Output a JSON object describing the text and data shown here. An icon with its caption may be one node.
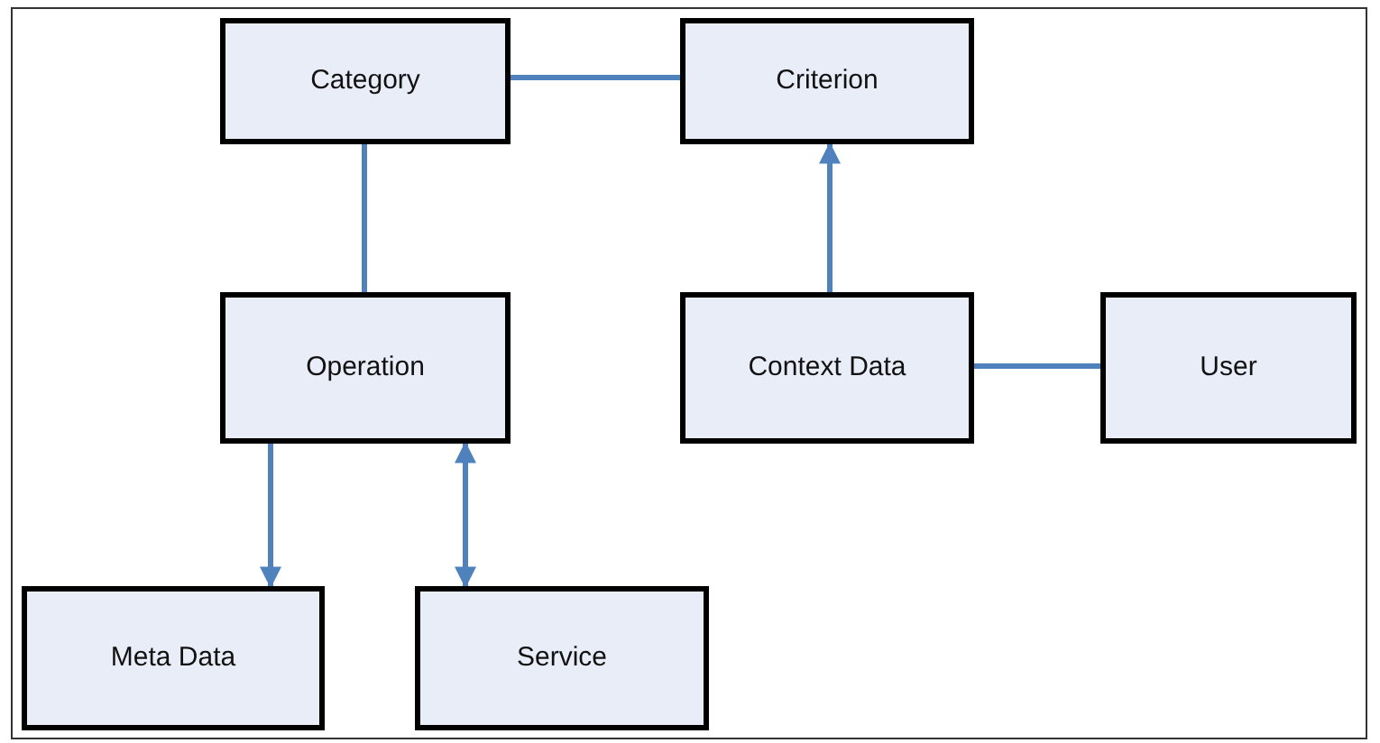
{
  "diagram": {
    "nodes": [
      {
        "text": [
          "Category"
        ]
      },
      {
        "text": [
          "Criterion"
        ]
      },
      {
        "text": [
          "Operation"
        ]
      },
      {
        "text": [
          "Context Data"
        ]
      },
      {
        "text": [
          "User"
        ]
      },
      {
        "text": [
          "Meta Data"
        ]
      },
      {
        "text": [
          "Service"
        ]
      }
    ],
    "edges": [
      {
        "from": 0,
        "to": 1,
        "arrow": "none"
      },
      {
        "from": 0,
        "to": 2,
        "arrow": "none"
      },
      {
        "from": 3,
        "to": 1,
        "arrow": "to"
      },
      {
        "from": 3,
        "to": 4,
        "arrow": "none"
      },
      {
        "from": 2,
        "to": 5,
        "arrow": "to"
      },
      {
        "from": 2,
        "to": 6,
        "arrow": "both"
      }
    ]
  }
}
